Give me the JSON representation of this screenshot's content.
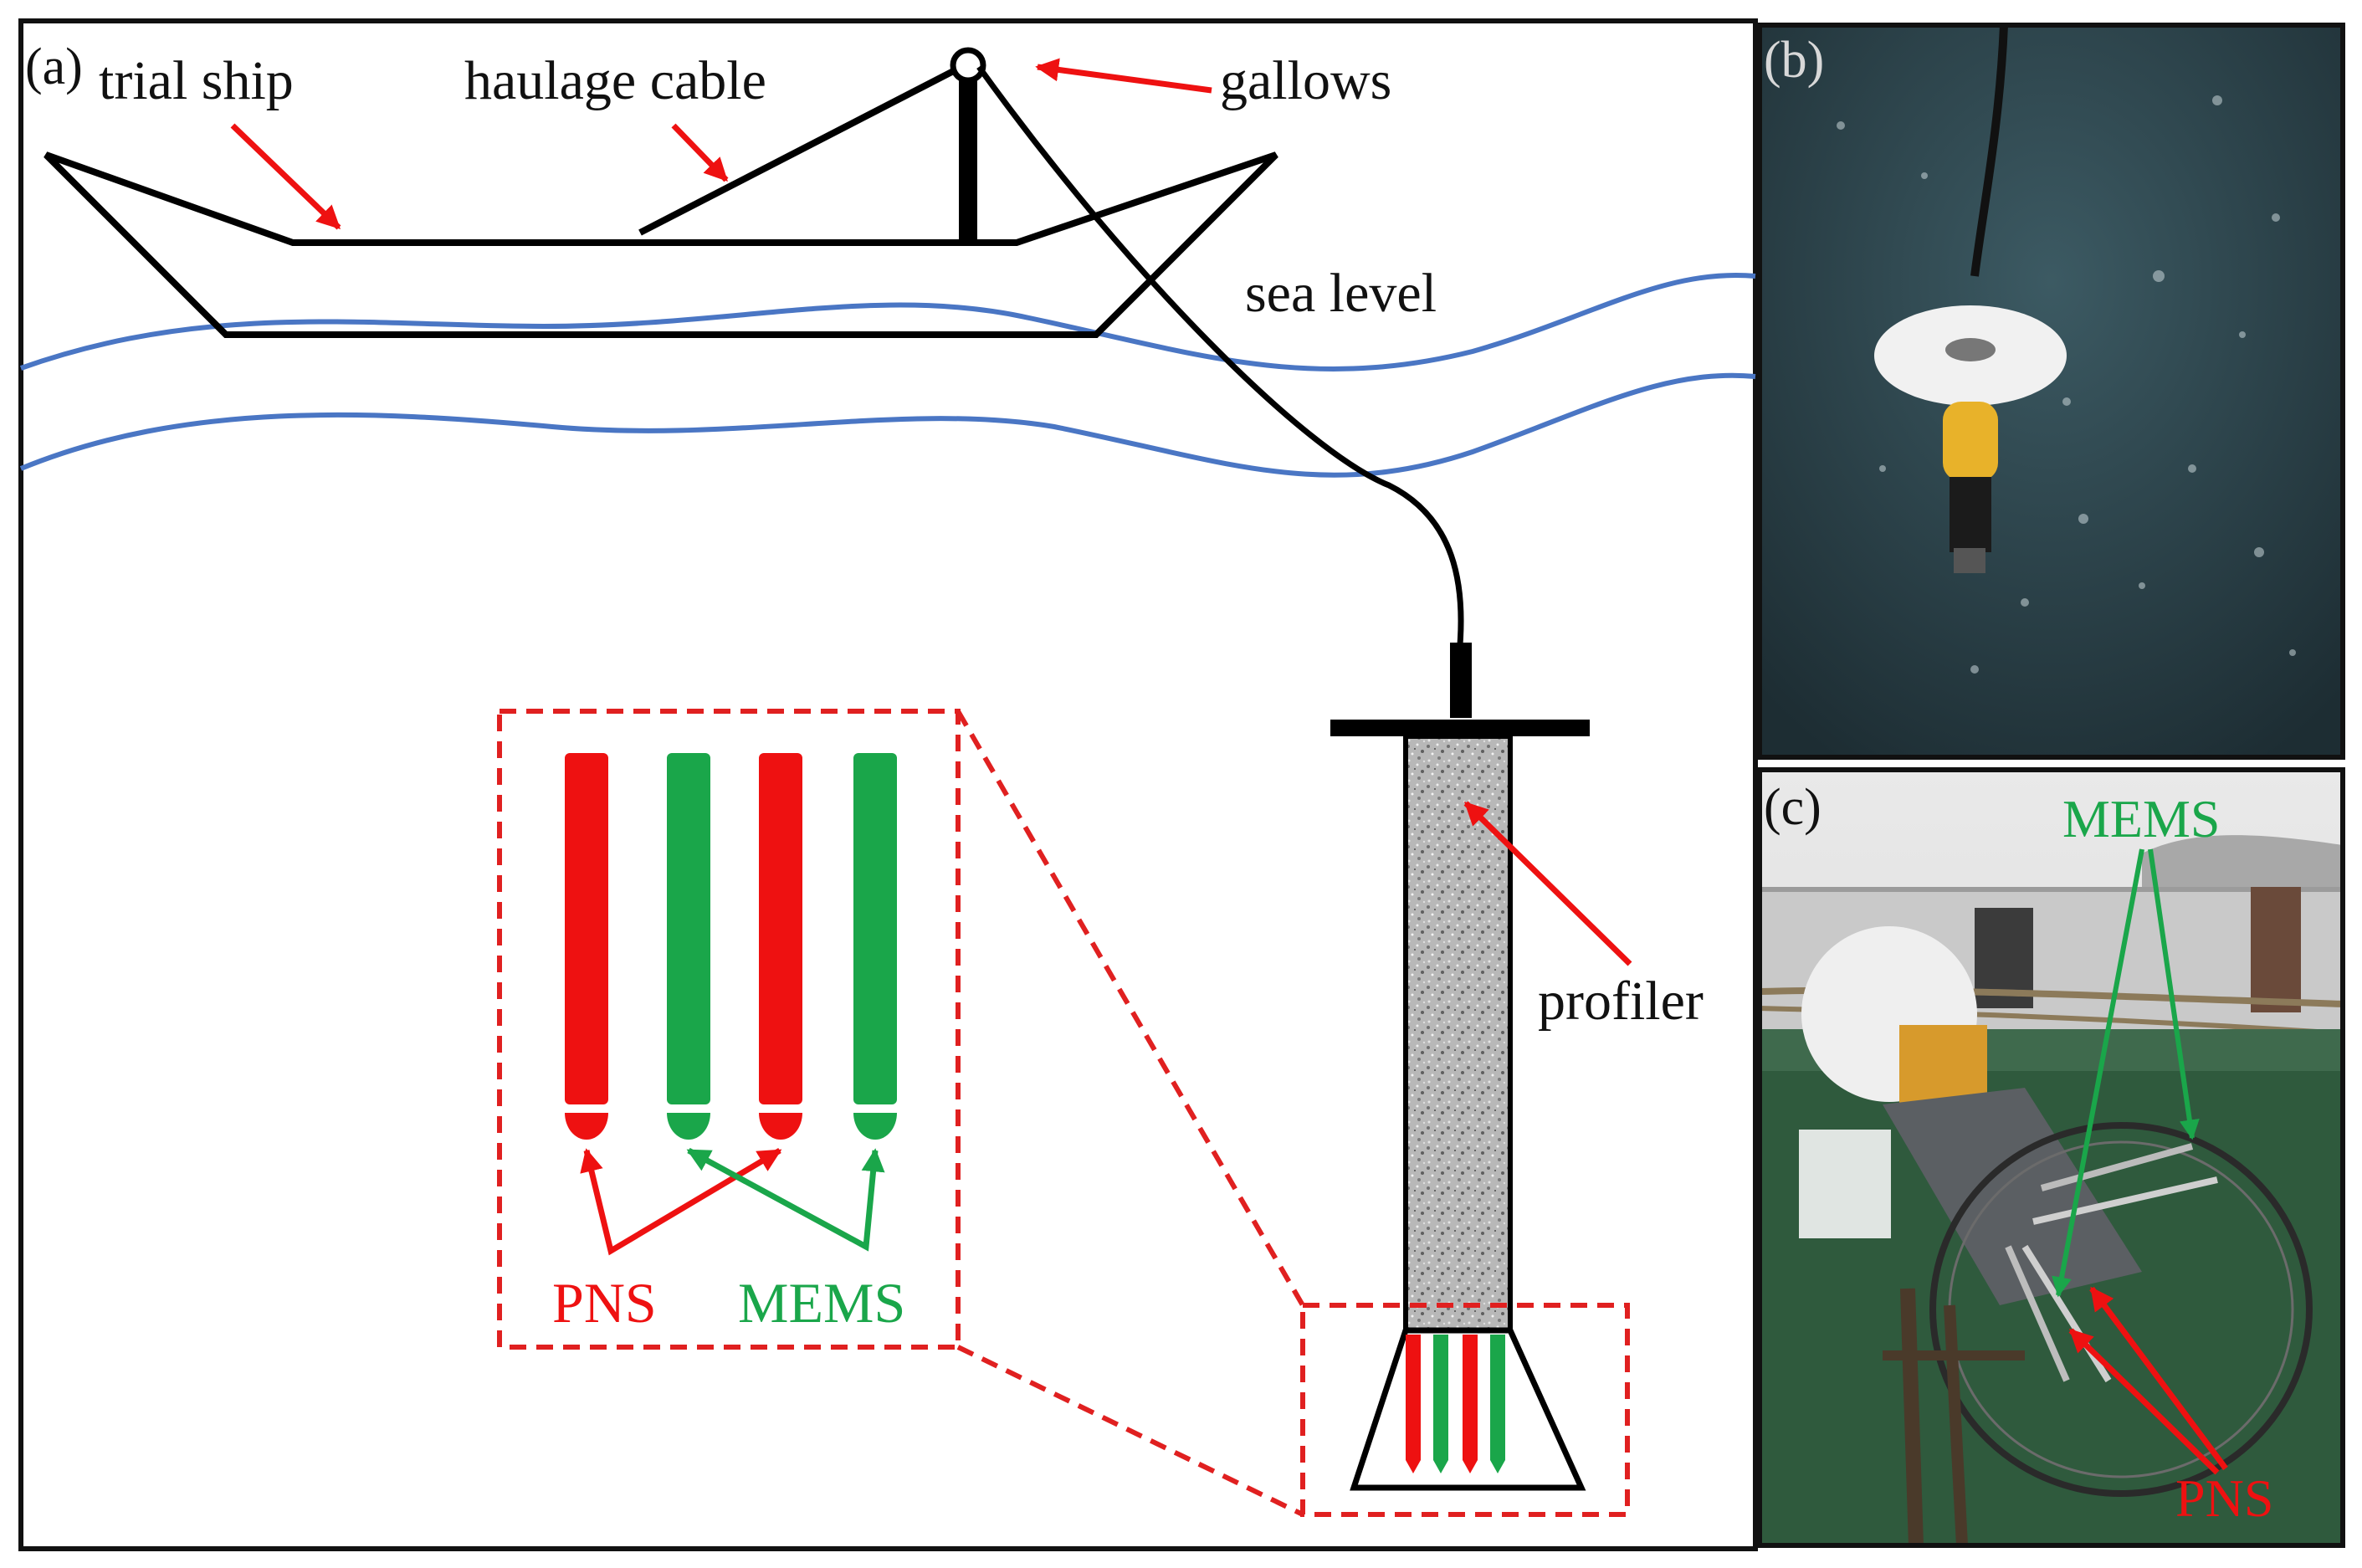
{
  "panels": {
    "a": {
      "tag": "(a)"
    },
    "b": {
      "tag": "(b)"
    },
    "c": {
      "tag": "(c)"
    }
  },
  "labels": {
    "trial_ship": "trial ship",
    "haulage_cable": "haulage cable",
    "gallows": "gallows",
    "sea_level": "sea level",
    "profiler": "profiler",
    "pns": "PNS",
    "mems": "MEMS",
    "photo_mems": "MEMS",
    "photo_pns": "PNS"
  },
  "colors": {
    "frame": "#111111",
    "ship_outline": "#000000",
    "wave": "#4a76c4",
    "pns": "#ee1111",
    "mems": "#1aa64a",
    "inset_border": "#e02020",
    "sea_photo": "#2b3f45",
    "deck_green": "#2f5a3d"
  },
  "icons": {
    "profiler_body": "granite-texture-cylinder",
    "drogue": "white-bristle-disc"
  }
}
